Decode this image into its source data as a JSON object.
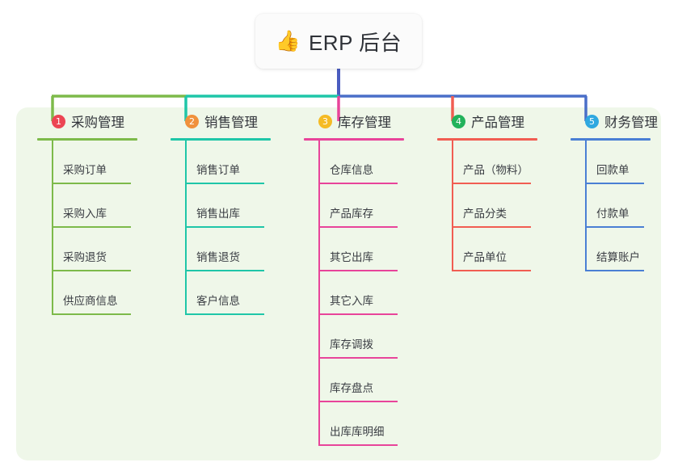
{
  "diagram": {
    "type": "mind-map",
    "root": {
      "icon": "thumbs-up-icon",
      "icon_glyph": "👍",
      "title": "ERP 后台"
    },
    "panel_color": "#eff7e9",
    "stem_color": "#4a5cc0",
    "branches": [
      {
        "number": "1",
        "title": "采购管理",
        "badge_color": "#ec4553",
        "line_color": "#7dba4a",
        "connector_color": "#7dba4a",
        "items": [
          "采购订单",
          "采购入库",
          "采购退货",
          "供应商信息"
        ]
      },
      {
        "number": "2",
        "title": "销售管理",
        "badge_color": "#f0913c",
        "line_color": "#1fc6a8",
        "connector_color": "#1fc6a8",
        "items": [
          "销售订单",
          "销售出库",
          "销售退货",
          "客户信息"
        ]
      },
      {
        "number": "3",
        "title": "库存管理",
        "badge_color": "#f5bb24",
        "line_color": "#e8449a",
        "connector_color": "#e8449a",
        "items": [
          "仓库信息",
          "产品库存",
          "其它出库",
          "其它入库",
          "库存调拨",
          "库存盘点",
          "出库库明细"
        ]
      },
      {
        "number": "4",
        "title": "产品管理",
        "badge_color": "#22b25b",
        "line_color": "#f15d52",
        "connector_color": "#f15d52",
        "items": [
          "产品（物料）",
          "产品分类",
          "产品单位"
        ]
      },
      {
        "number": "5",
        "title": "财务管理",
        "badge_color": "#2fa8e0",
        "line_color": "#4a7fd4",
        "connector_color": "#4a6fc8",
        "items": [
          "回款单",
          "付款单",
          "结算账户"
        ]
      }
    ]
  }
}
